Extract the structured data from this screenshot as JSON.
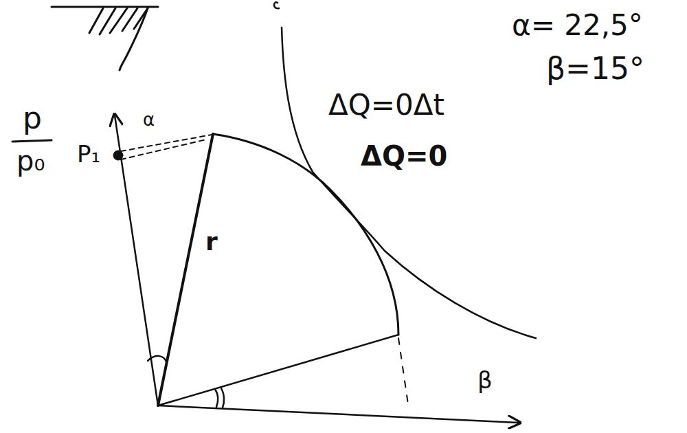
{
  "diagram": {
    "labels": [
      "α= 22,5°",
      "β=15°",
      "ΔQ=0Δt",
      "ΔQ=0",
      "p",
      "p₀",
      "P₁",
      "α",
      "r",
      "β"
    ]
  }
}
